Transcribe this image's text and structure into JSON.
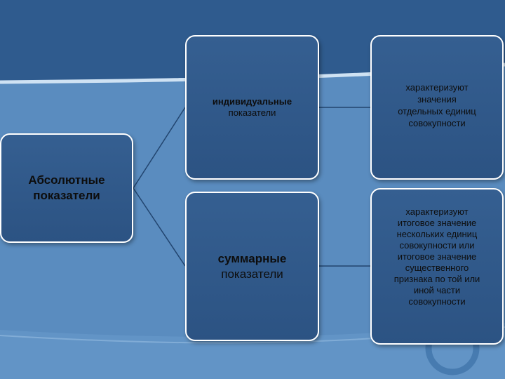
{
  "diagram": {
    "root": {
      "line1": "Абсолютные",
      "line2": "показатели"
    },
    "individual": {
      "line1": "индивидуальные",
      "line2": "показатели"
    },
    "summary": {
      "line1": "суммарные",
      "line2": "показатели"
    },
    "individual_desc": {
      "lines": [
        "характеризуют",
        "значения",
        "отдельных единиц",
        "совокупности"
      ]
    },
    "summary_desc": {
      "lines": [
        "характеризуют",
        "итоговое значение",
        "нескольких единиц",
        "совокупности или",
        "итоговое значение",
        "существенного",
        "признака по той или",
        "иной части",
        "совокупности"
      ]
    }
  },
  "colors": {
    "background": "#4f80b3",
    "header_band": "#2f5b8e",
    "box_fill": "#2f5a8b",
    "box_border": "#ffffff",
    "connector": "#22456f",
    "text": "#0d0d0d"
  }
}
